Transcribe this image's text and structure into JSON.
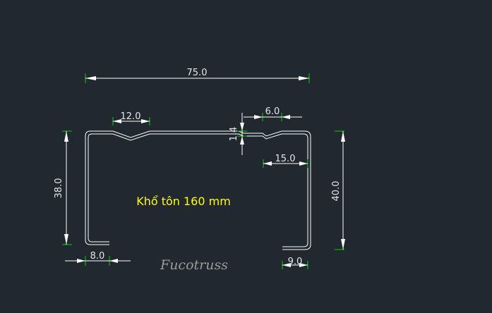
{
  "diagram": {
    "title": "Khổ tôn 160 mm",
    "watermark": "Fucotruss",
    "dimensions": {
      "overall_width": "75.0",
      "left_groove_width": "12.0",
      "right_groove_width": "6.0",
      "groove_depth": "1.4",
      "right_flange_offset": "15.0",
      "left_height": "38.0",
      "right_height": "40.0",
      "bottom_left_lip": "8.0",
      "bottom_right_lip": "9.0"
    },
    "colors": {
      "background": "#212830",
      "lines": "#ffffff",
      "extension_ticks": "#00d200",
      "title": "#ffff00",
      "watermark": "#9a9a9a"
    }
  }
}
